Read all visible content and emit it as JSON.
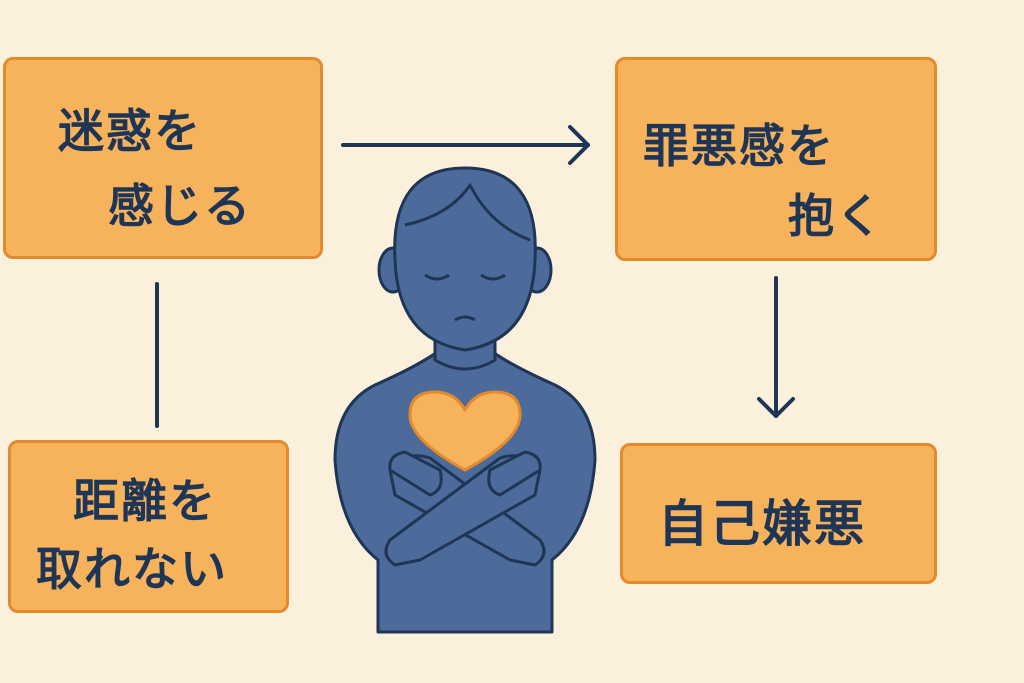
{
  "boxes": {
    "feel_burden": {
      "line1": "迷惑を",
      "line2": "感じる"
    },
    "guilt": {
      "line1": "罪悪感を",
      "line2": "抱く"
    },
    "cannot_distance": {
      "line1": "距離を",
      "line2": "取れない"
    },
    "self_hatred": {
      "line1": "自己嫌悪"
    }
  },
  "colors": {
    "background": "#fbf0dc",
    "box_fill": "#f6b35c",
    "box_border": "#e38a2c",
    "text": "#1f3556",
    "figure": "#4d6b9a",
    "heart": "#f6b35c"
  }
}
